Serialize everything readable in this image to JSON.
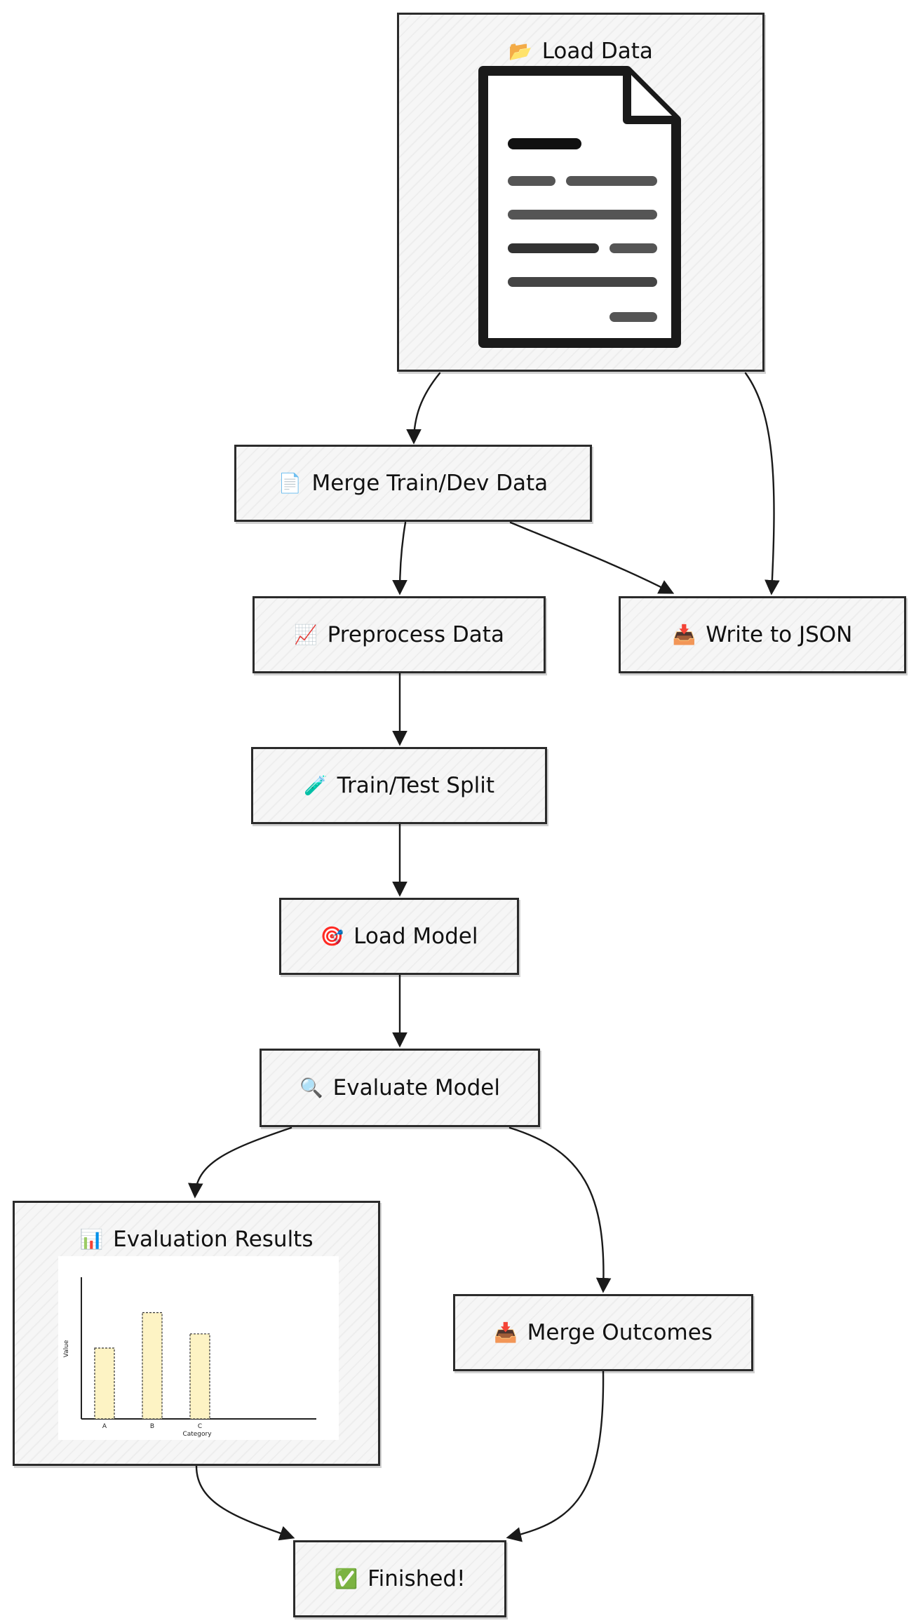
{
  "nodes": {
    "load_data": {
      "label": "Load Data",
      "icon": "📂",
      "icon_name": "open-folder-icon"
    },
    "merge": {
      "label": "Merge Train/Dev Data",
      "icon": "📄",
      "icon_name": "page-icon"
    },
    "preprocess": {
      "label": "Preprocess Data",
      "icon": "📈",
      "icon_name": "chart-increasing-icon"
    },
    "write_json": {
      "label": "Write to JSON",
      "icon": "📥",
      "icon_name": "inbox-tray-icon"
    },
    "split": {
      "label": "Train/Test Split",
      "icon": "🧪",
      "icon_name": "test-tube-icon"
    },
    "load_model": {
      "label": "Load Model",
      "icon": "🎯",
      "icon_name": "target-icon"
    },
    "evaluate": {
      "label": "Evaluate Model",
      "icon": "🔍",
      "icon_name": "magnifier-icon"
    },
    "results": {
      "label": "Evaluation Results",
      "icon": "📊",
      "icon_name": "bar-chart-icon"
    },
    "merge_out": {
      "label": "Merge Outcomes",
      "icon": "📥",
      "icon_name": "inbox-tray-icon"
    },
    "finished": {
      "label": "Finished!",
      "icon": "✅",
      "icon_name": "check-mark-icon"
    }
  },
  "edges": [
    [
      "load_data",
      "merge"
    ],
    [
      "load_data",
      "write_json"
    ],
    [
      "merge",
      "preprocess"
    ],
    [
      "merge",
      "write_json"
    ],
    [
      "preprocess",
      "split"
    ],
    [
      "split",
      "load_model"
    ],
    [
      "load_model",
      "evaluate"
    ],
    [
      "evaluate",
      "results"
    ],
    [
      "evaluate",
      "merge_out"
    ],
    [
      "results",
      "finished"
    ],
    [
      "merge_out",
      "finished"
    ]
  ],
  "chart_data": {
    "type": "bar",
    "categories": [
      "A",
      "B",
      "C"
    ],
    "values": [
      5,
      7.5,
      6
    ],
    "xlabel": "Category",
    "ylabel": "Value",
    "ylim": [
      0,
      10
    ],
    "bar_color": "#fdf3c4"
  },
  "colors": {
    "stroke": "#2b2b2b",
    "fill": "#f6f6f6"
  }
}
